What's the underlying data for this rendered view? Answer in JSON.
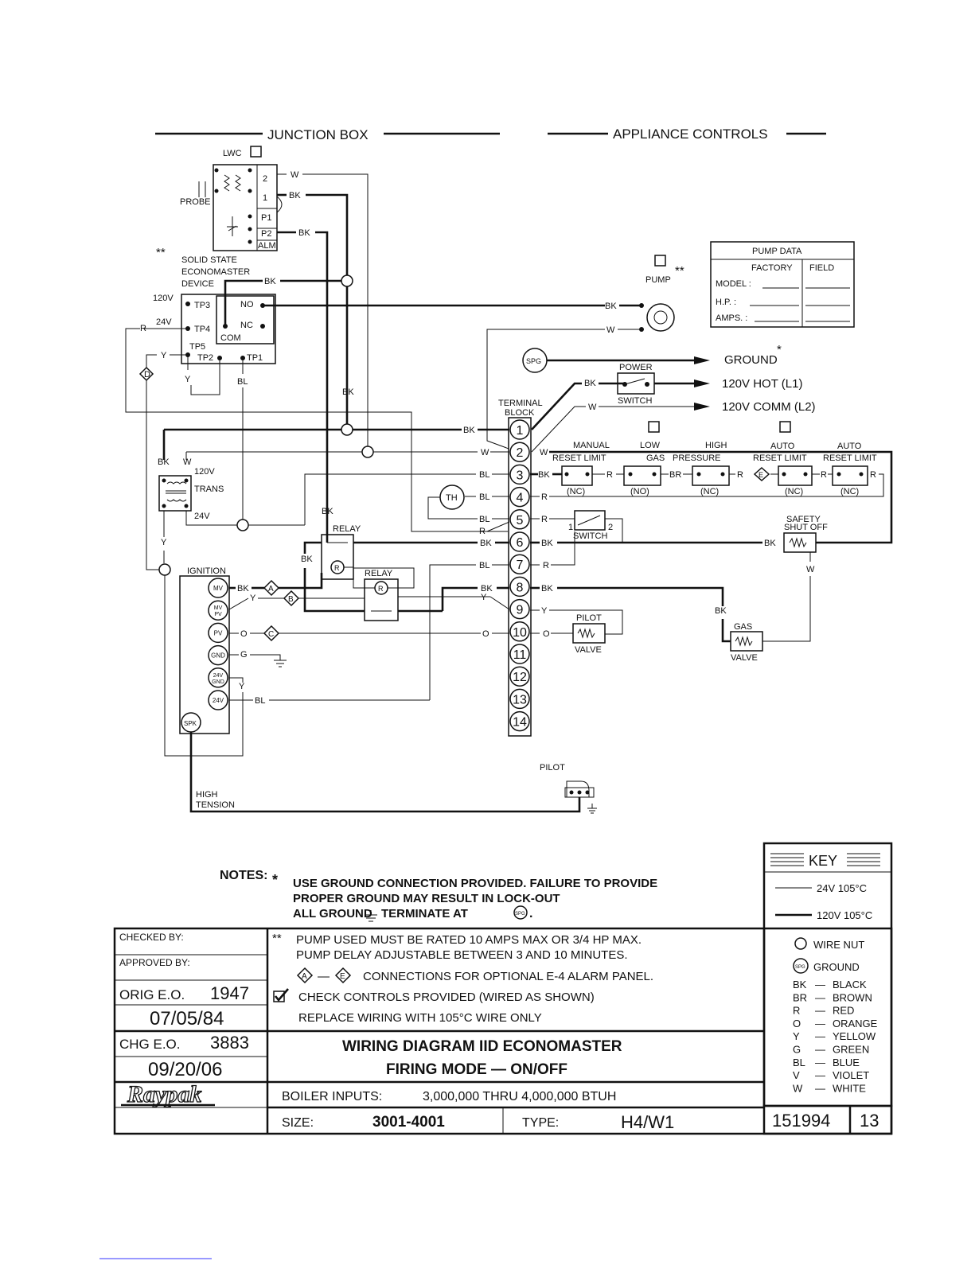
{
  "headers": {
    "junction_box": "JUNCTION BOX",
    "appliance_controls": "APPLIANCE CONTROLS"
  },
  "lwc": {
    "title": "LWC",
    "probe": "PROBE",
    "terminals": [
      "2",
      "1",
      "P1",
      "P2",
      "ALM"
    ],
    "wires": [
      "W",
      "BK",
      "BK"
    ]
  },
  "econo": {
    "marker": "**",
    "title_lines": [
      "SOLID STATE",
      "ECONOMASTER",
      "DEVICE"
    ],
    "bk": "BK",
    "v120": "120V",
    "v24": "24V",
    "tp": [
      "TP3",
      "TP4",
      "TP5",
      "TP2",
      "TP1"
    ],
    "relay": [
      "NO",
      "NC",
      "COM"
    ],
    "wires": {
      "r": "R",
      "y": "Y",
      "y2": "Y",
      "bl": "BL",
      "d": "D",
      "bk2": "BK"
    }
  },
  "pump": {
    "label": "PUMP",
    "marker": "**",
    "bk": "BK",
    "w": "W"
  },
  "pump_data": {
    "title": "PUMP DATA",
    "cols": [
      "FACTORY",
      "FIELD"
    ],
    "rows": [
      "MODEL :",
      "H.P. :",
      "AMPS. :"
    ]
  },
  "power": {
    "spg": "SPG",
    "ground": "GROUND",
    "ground_marker": "*",
    "switch_top": "POWER",
    "switch_bottom": "SWITCH",
    "hot": "120V HOT (L1)",
    "comm": "120V COMM (L2)",
    "bk": "BK",
    "w": "W"
  },
  "terminal_block": {
    "title_lines": [
      "TERMINAL",
      "BLOCK"
    ],
    "numbers": [
      "1",
      "2",
      "3",
      "4",
      "5",
      "6",
      "7",
      "8",
      "9",
      "10",
      "11",
      "12",
      "13",
      "14"
    ],
    "left_wires": [
      "BK",
      "W",
      "BL",
      "BL",
      "BL",
      "R",
      "BK",
      "BL",
      "BK",
      "Y",
      "O"
    ],
    "right_wires": [
      "W",
      "BK",
      "R",
      "R",
      "BK",
      "R",
      "BK",
      "Y",
      "O"
    ]
  },
  "limits": {
    "manual": [
      "MANUAL",
      "RESET LIMIT"
    ],
    "low_gas": [
      "LOW",
      "GAS"
    ],
    "high_gas": [
      "HIGH",
      "PRESSURE"
    ],
    "auto1": [
      "AUTO",
      "RESET LIMIT"
    ],
    "auto2": [
      "AUTO",
      "RESET LIMIT"
    ],
    "states": [
      "(NC)",
      "(NO)",
      "(NC)",
      "(NC)",
      "(NC)"
    ],
    "wires": [
      "R",
      "BR",
      "R",
      "R",
      "R"
    ],
    "e": "E"
  },
  "switch": {
    "label": "SWITCH",
    "p1": "1",
    "p2": "2"
  },
  "safety": {
    "lines": [
      "SAFETY",
      "SHUT OFF"
    ],
    "bk": "BK",
    "w": "W"
  },
  "pilot_valve": {
    "top": "PILOT",
    "bottom": "VALVE"
  },
  "gas_valve": {
    "top": "GAS",
    "bottom": "VALVE",
    "bk": "BK"
  },
  "trans": {
    "bk": "BK",
    "w": "W",
    "v120": "120V",
    "name": "TRANS",
    "v24": "24V",
    "y": "Y"
  },
  "relays": {
    "r1": "RELAY",
    "r2": "RELAY",
    "r": "R",
    "bk1": "BK",
    "bk2": "BK"
  },
  "th": "TH",
  "ignition": {
    "title": "IGNITION",
    "terminals": [
      [
        "MV"
      ],
      [
        "MV",
        "PV"
      ],
      [
        "PV"
      ],
      [
        "GND"
      ],
      [
        "24V",
        "GND"
      ],
      [
        "24V"
      ]
    ],
    "spk": "SPK",
    "wires": [
      "BK",
      "Y",
      "O",
      "G",
      "Y",
      "BL"
    ],
    "diamonds": [
      "A",
      "B",
      "C"
    ]
  },
  "pilot": {
    "label": "PILOT",
    "ht": [
      "HIGH",
      "TENSION"
    ]
  },
  "notes": {
    "label": "NOTES:",
    "star": "*",
    "star_lines": [
      "USE GROUND CONNECTION PROVIDED. FAILURE TO PROVIDE",
      "PROPER GROUND MAY RESULT IN LOCK-OUT",
      "ALL GROUND",
      "TERMINATE AT"
    ],
    "double": "**",
    "double_lines": [
      "PUMP USED MUST BE RATED 10 AMPS MAX OR 3/4 HP MAX.",
      "PUMP DELAY ADJUSTABLE BETWEEN 3 AND 10 MINUTES."
    ],
    "alarm_a": "A",
    "alarm_e": "E",
    "alarm_dash": "—",
    "alarm_line": "CONNECTIONS FOR OPTIONAL E-4 ALARM PANEL.",
    "check_line": "CHECK CONTROLS PROVIDED (WIRED AS SHOWN)",
    "replace_line": "REPLACE WIRING WITH 105°C WIRE ONLY"
  },
  "key": {
    "title": "KEY",
    "v24": "24V 105°C",
    "v120": "120V 105°C",
    "wire_nut": "WIRE NUT",
    "spg": "SPG",
    "ground": "GROUND",
    "colors": [
      [
        "BK",
        "BLACK"
      ],
      [
        "BR",
        "BROWN"
      ],
      [
        "R",
        "RED"
      ],
      [
        "O",
        "ORANGE"
      ],
      [
        "Y",
        "YELLOW"
      ],
      [
        "G",
        "GREEN"
      ],
      [
        "BL",
        "BLUE"
      ],
      [
        "V",
        "VIOLET"
      ],
      [
        "W",
        "WHITE"
      ]
    ],
    "dash": "—"
  },
  "title_block": {
    "checked_by": "CHECKED BY:",
    "approved_by": "APPROVED BY:",
    "orig_eo_label": "ORIG E.O.",
    "orig_eo": "1947",
    "orig_date": "07/05/84",
    "chg_eo_label": "CHG E.O.",
    "chg_eo": "3883",
    "chg_date": "09/20/06",
    "logo": "Raypak",
    "title1": "WIRING DIAGRAM IID ECONOMASTER",
    "title2": "FIRING MODE — ON/OFF",
    "inputs_label": "BOILER INPUTS:",
    "inputs": "3,000,000 THRU 4,000,000 BTUH",
    "size_label": "SIZE:",
    "size": "3001-4001",
    "type_label": "TYPE:",
    "type": "H4/W1",
    "doc_no": "151994",
    "sheet": "13"
  }
}
